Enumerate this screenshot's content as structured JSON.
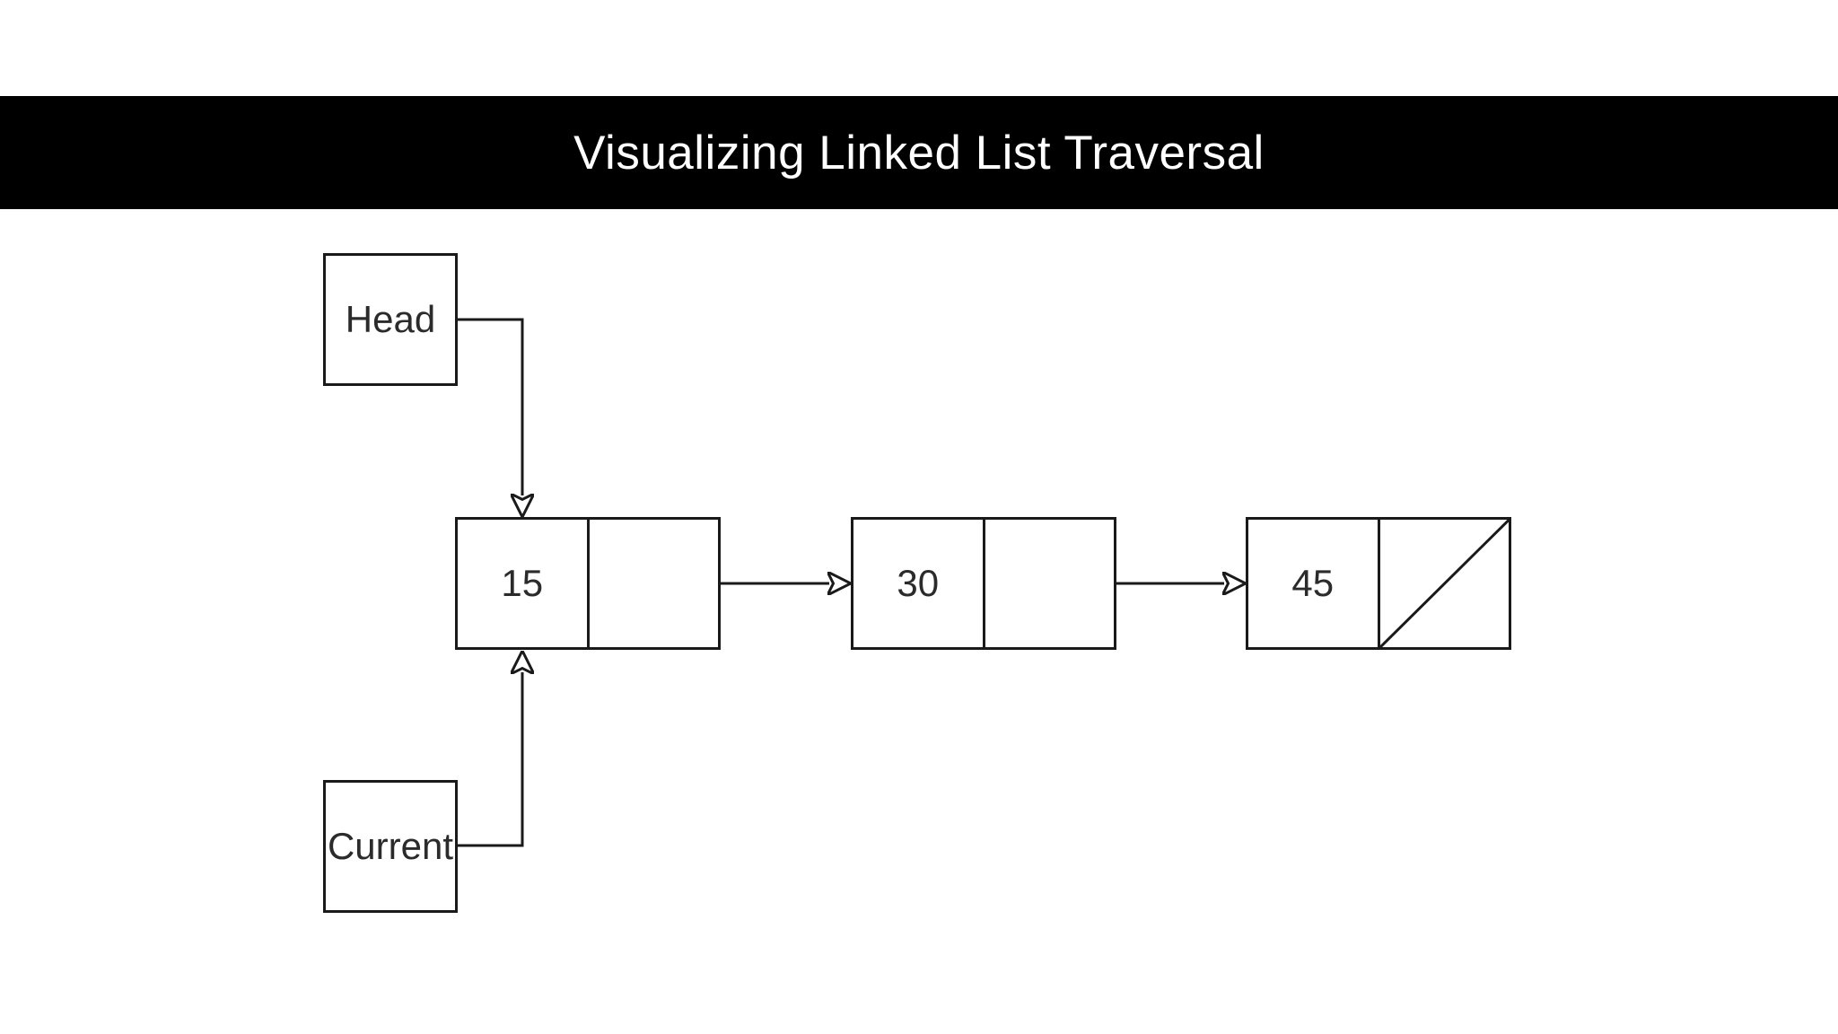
{
  "banner": {
    "title": "Visualizing Linked List Traversal",
    "background_color": "#000000",
    "text_color": "#ffffff"
  },
  "pointers": {
    "head": {
      "label": "Head"
    },
    "current": {
      "label": "Current"
    }
  },
  "list": {
    "nodes": [
      {
        "value": "15",
        "has_null_marker": false
      },
      {
        "value": "30",
        "has_null_marker": false
      },
      {
        "value": "45",
        "has_null_marker": true
      }
    ]
  },
  "colors": {
    "line": "#1a1a1a",
    "box_fill": "#ffffff",
    "label_text": "#2b2b2b",
    "page_background": "#ffffff"
  }
}
